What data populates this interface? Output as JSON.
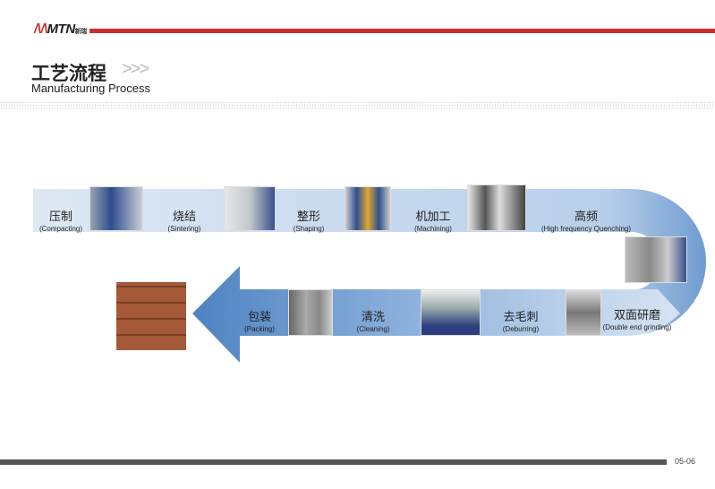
{
  "header": {
    "logo": "MTN",
    "logo_sub": "新瑞",
    "title_cn": "工艺流程",
    "title_arrows": ">>>",
    "title_en": "Manufacturing Process"
  },
  "steps": [
    {
      "cn": "压制",
      "en": "(Compacting)"
    },
    {
      "cn": "烧结",
      "en": "(Sintering)"
    },
    {
      "cn": "整形",
      "en": "(Shaping)"
    },
    {
      "cn": "机加工",
      "en": "(Machining)"
    },
    {
      "cn": "高频",
      "en": "(High frequency Quenching)"
    },
    {
      "cn": "双面研磨",
      "en": "(Double end grinding)"
    },
    {
      "cn": "去毛刺",
      "en": "(Deburring)"
    },
    {
      "cn": "清洗",
      "en": "(Cleaning)"
    },
    {
      "cn": "包装",
      "en": "(Packing)"
    }
  ],
  "colors": {
    "accent": "#c8312f",
    "band_light": "#dce8f5",
    "band_dark": "#4f86c4"
  },
  "footer": {
    "page": "05-06"
  }
}
